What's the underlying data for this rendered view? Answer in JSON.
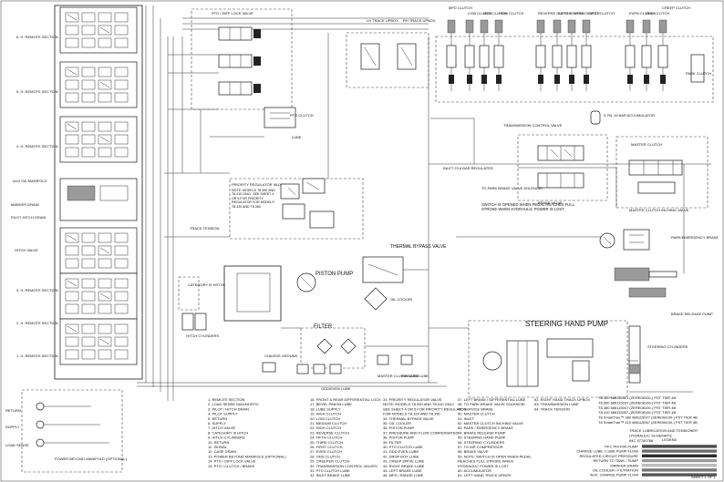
{
  "top_labels": {
    "pto_diff_lock": "PTO / DIFF LOCK VALVE",
    "lh_track_upbox": "LH TRACK UPBOX",
    "rh_track_upbox": "RH TRACK UPBOX",
    "mfd_clutch": "MFD CLUTCH",
    "low_clutch": "LOW CLUTCH",
    "med_clutch": "MED CLUTCH",
    "high_clutch": "HIGH CLUTCH",
    "reverse_clutch": "REVERSE CLUTCH",
    "fifth_clutch": "FIFTH CLUTCH",
    "third_clutch": "THIRD CLUTCH",
    "first_clutch": "FIRST CLUTCH",
    "even_clutch": "EVEN CLUTCH",
    "odd_clutch": "ODD CLUTCH",
    "creep_clutch": "CREEP CLUTCH",
    "park_clutch": "PARK CLUTCH",
    "transmission_control_valve": "TRANSMISSION CONTROL VALVE",
    "pto_clutch": "PTO CLUTCH",
    "lube": "LUBE",
    "accumulator": "0.75L 19 BAR ACCUMULATOR",
    "master_clutch": "MASTER CLUTCH",
    "inlet_bar": "INLET 23.8 BAR REGULATED",
    "to_park_brake": "TO PARK BRAKE VALVE SOLENOID",
    "brake_valve": "BRAKE VALVE",
    "switch_note": "SWITCH IS OPENED WHEN PEDAL REACHES FULL STROKE WHEN HYDRAULIC POWER IS LOST",
    "master_clutch_inching": "MASTER CLUTCH INCHING VALVE",
    "park_emergency_brake": "PARK/EMERGENCY BRAKE",
    "brake_release_pump": "BRAKE RELEASE PUMP",
    "priority_regulator": "PRIORITY REGULATOR VALVE",
    "track_tension": "TRACK TENSION",
    "thermal_bypass": "THERMAL BYPASS VALVE",
    "piston_pump": "PISTON PUMP",
    "oil_cooler": "OIL COOLER",
    "filter": "FILTER",
    "category_hitch": "CATEGORY III HITCH",
    "hitch_cylinders": "HITCH CYLINDERS",
    "steering_hand_pump": "STEERING HAND PUMP",
    "steering_cylinders": "STEERING CYLINDERS",
    "odd_even_lube": "ODD/EVEN LUBE",
    "master_clutch_lube": "MASTER CLUTCH LUBE",
    "inboard_lube": "INBOARD LUBE",
    "chassis_ground": "CHASSIS GROUND",
    "aux_oil": "AUX OIL MANIFOLD",
    "marker_drain": "MARKER DRAIN",
    "pilot_hitch_drain": "PILOT HITCH DRAIN",
    "hitch_valve": "HITCH VALVE",
    "return": "RETURN",
    "supply": "SUPPLY",
    "load_sense": "LOAD SENSE",
    "power_beyond": "POWER BEYOND MANIFOLD (OPTIONAL)"
  },
  "remote_sections": [
    "6. H. REMOTE SECTION",
    "5. H. REMOTE SECTION",
    "4. H. REMOTE SECTION",
    "3. H. REMOTE SECTION",
    "2. H. REMOTE SECTION",
    "1. H. REMOTE SECTION"
  ],
  "priority_note": "NOTE: MODELS T8.350 AND T8.410 ONLY. SEE SHEET 4 OR 5 FOR PRIORITY REGULATOR FOR MODELS T8.320 AND T8.350",
  "legend_col1": [
    "1. REMOTE SECTION",
    "2. LOAD SENSE DIAGNOSTIC",
    "3. PILOT / HITCH DRAIN",
    "4. PILOT SUPPLY",
    "5. RETURN",
    "6. SUPPLY",
    "7. HITCH VALVE",
    "8. CATEGORY III HITCH",
    "9. HITCH CYLINDERS",
    "10. RETURN",
    "11. SIGNAL",
    "12. CASE DRAIN",
    "13. POWER BEYOND MANIFOLD (OPTIONAL)",
    "14. PTO / DIFF LOCK VALVE",
    "15. PTO / CLUTCH / BRAKE"
  ],
  "legend_col2": [
    "16. FRONT & REAR DIFFERENTIAL LOCK",
    "17. BEVEL PINION LUBE",
    "18. LUBE SUPPLY",
    "19. HIGH CLUTCH",
    "20. LOW CLUTCH",
    "21. MEDIUM CLUTCH",
    "22. HIGH CLUTCH",
    "23. REVERSE CLUTCH",
    "24. FIFTH CLUTCH",
    "25. THIRD CLUTCH",
    "26. FIRST CLUTCH",
    "27. EVEN CLUTCH",
    "28. ODD CLUTCH",
    "29. CREEPER CLUTCH",
    "30. TRANSMISSION CONTROL VALVES",
    "31. PTO CLUTCH LUBE",
    "32. INLET BRAKE LUBE"
  ],
  "legend_col3": [
    "33. PRIORITY REGULATOR VALVE",
    "NOTE: MODELS T8.350 AND T8.410 ONLY.",
    "SEE SHEET 4 OR 5 FOR PRIORITY REGULATOR",
    "FOR MODELS T8.320 AND T8.350",
    "34. THERMAL BYPASS VALVE",
    "35. OIL COOLER",
    "36. PISTON PUMP",
    "37. PRESSURE AND FLOW COMPENSATED",
    "38. PISTON PUMP",
    "39. FILTER",
    "40. PTO CLUTCH LUBE",
    "41. ODD EVEN LUBE",
    "42. DROP BOX LUBE",
    "43. CREEP DRIVE LUBE",
    "44. RIGHT BRAKE LUBE",
    "45. LEFT BRAKE LUBE",
    "46. MFD / RANGE LUBE"
  ],
  "legend_col4": [
    "47. LEFT BRAKE / DIFFERENTIAL LUBE",
    "48. TO PARK BRAKE VALVE SOLENOID",
    "49. SERVICE BRAKE",
    "50. MASTER CLUTCH",
    "51. INLET",
    "52. MASTER CLUTCH INCHING VALVE",
    "53. PARK / EMERGENCY BRAKE",
    "54. BRAKE RELEASE PUMP",
    "55. STEERING HAND PUMP",
    "56. STEERING CYLINDERS",
    "57. TO AIR COMPRESSOR",
    "58. BRAKE VALVE",
    "59. NOTE: SWITCH IS OPEN WHEN PEDAL",
    "REACHES FULL STROKE WHEN",
    "HYDRAULIC POWER IS LOST",
    "60. ACCUMULATOR",
    "61. LEFT HAND TRACK UPBOX"
  ],
  "legend_col5": [
    "62. RIGHT HAND TRACK UPBOX",
    "63. TRANSMISSION LUBE",
    "64. TRACK TENSION"
  ],
  "model_list": [
    "T8.320 686115021 (ZERE08100-) PST TIER 4B",
    "T8.350 686115037 (ZERE08100-) PST TIER 4B",
    "T8.380 686115047 (ZERE08100-) PST TIER 4B",
    "T8.410 686115057 (ZERE08100-) PST TIER 4B",
    "T8 SmartTrax™ 380 686115027 (ZERE08100-) PST TIER 4B",
    "T8 SmartTrax™ 410 686115067 (ZERE08100-) PST TIER 4B"
  ],
  "schematic_title": [
    "TRACK LUBRICATION AND TENSIONER",
    "HYDRAULIC SCHEMATIC",
    "84C 47760786"
  ],
  "line_legend": {
    "heading": "LEGEND",
    "items": [
      "PFC PISTON PUMP",
      "CHARGE LUBE / LUBE PUMP FLOW",
      "REGULATED CIRCUIT PRESSURE",
      "RETURN TO TANK / SUMP",
      "MARKER DRAIN",
      "OIL COOLER / FILTRATION",
      "AUX. CHARGE PUMP FLOW"
    ],
    "colors": [
      "#4a4a4a",
      "#6a6a6a",
      "#2b2b2b",
      "#999999",
      "#bbbbbb",
      "#777777",
      "#555555"
    ]
  },
  "sheet_no": "SHEET 1 OF 1"
}
